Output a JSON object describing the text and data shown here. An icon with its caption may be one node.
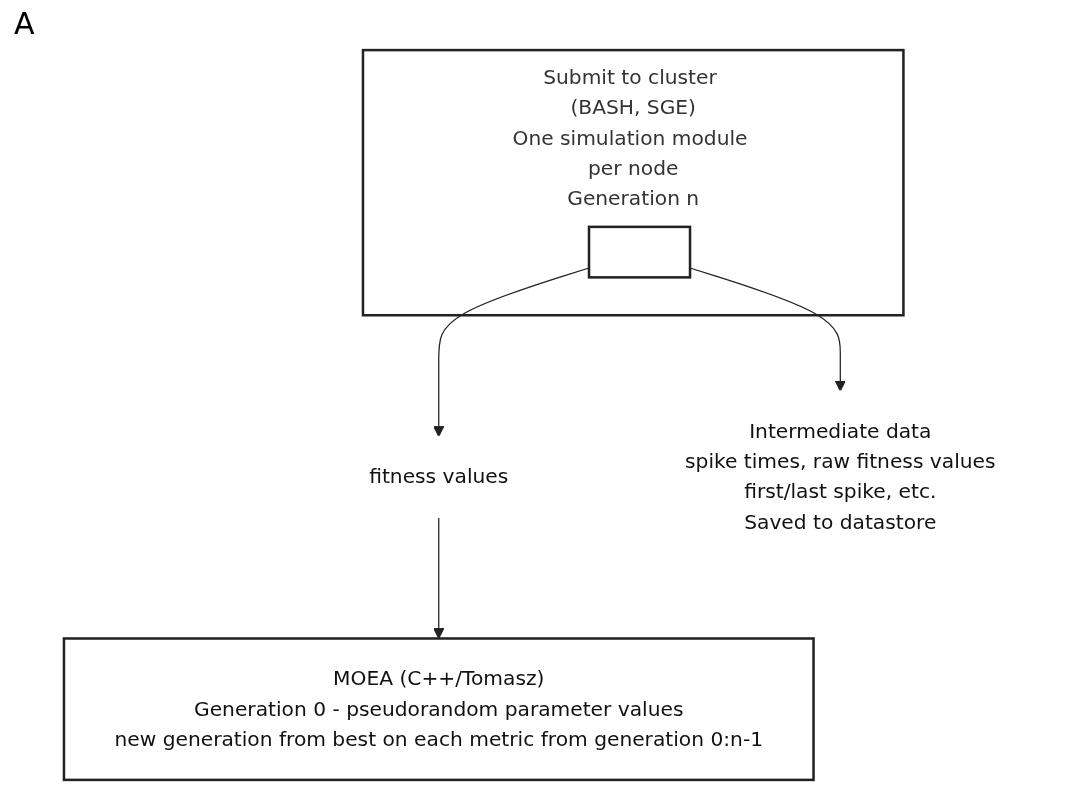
{
  "diagram": {
    "nodes": [
      {
        "text": [
          "MOEA (C++/Tomasz)",
          "Generation 0 - pseudorandom parameter values",
          "new generation from best on each metric from generation 0:n-1"
        ]
      },
      {
        "text": [
          "Submit to cluster (BASH, SGE)",
          "One simulation module per node",
          "Generation n"
        ]
      },
      {
        "text": [],
        "shape": "box",
        "in": 1
      },
      {
        "text": [
          "fitness values"
        ]
      },
      {
        "text": [
          "Intermediate data",
          "spike times, raw fitness values",
          "first/last spike, etc.",
          "Saved to datastore"
        ]
      }
    ],
    "edges": [
      {
        "from": 2,
        "to": 3,
        "arrow": "to"
      },
      {
        "from": 2,
        "to": 4,
        "arrow": "to"
      },
      {
        "from": 3,
        "to": 0,
        "arrow": "to"
      }
    ],
    "labels": [
      "A"
    ]
  }
}
